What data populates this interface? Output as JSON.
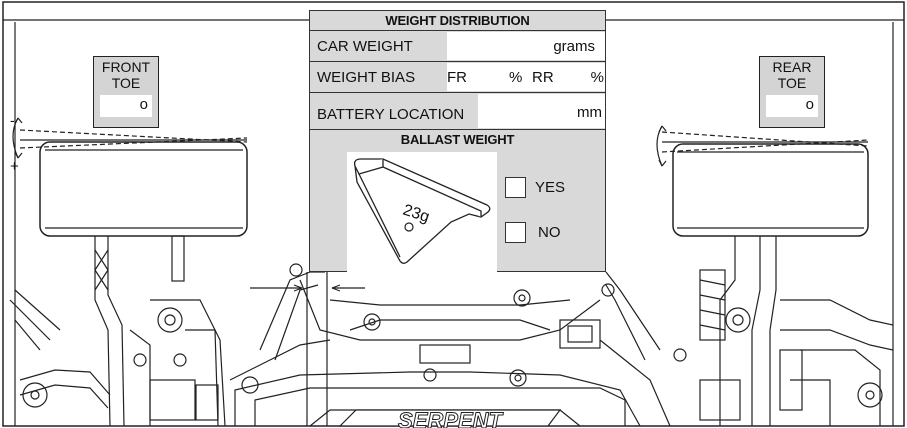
{
  "weight_distribution": {
    "title": "WEIGHT DISTRIBUTION",
    "car_weight": {
      "label": "CAR WEIGHT",
      "unit": "grams"
    },
    "weight_bias": {
      "label": "WEIGHT BIAS",
      "front": "FR",
      "front_unit": "%",
      "rear": "RR",
      "rear_unit": "%"
    },
    "battery_location": {
      "label": "BATTERY LOCATION",
      "unit": "mm"
    },
    "ballast": {
      "title": "BALLAST WEIGHT",
      "weight_mark": "23g",
      "yes_label": "YES",
      "no_label": "NO"
    }
  },
  "front_toe": {
    "label_line1": "FRONT",
    "label_line2": "TOE",
    "unit": "o"
  },
  "rear_toe": {
    "label_line1": "REAR",
    "label_line2": "TOE",
    "unit": "o"
  },
  "toe_signs": {
    "minus": "-",
    "plus": "+"
  },
  "brand_mark": "SERPENT"
}
